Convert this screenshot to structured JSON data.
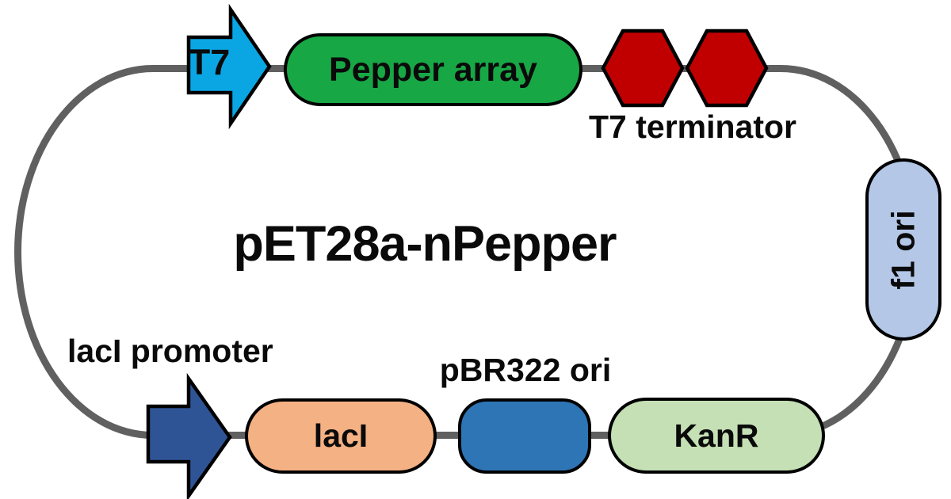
{
  "figure": {
    "title": "pET28a-nPepper",
    "kind": "plasmid map"
  },
  "backbone": {
    "color": "#606060"
  },
  "outline_color": "#000000",
  "text_color": "#0a0a0a",
  "features": {
    "t7_promoter": {
      "label": "T7",
      "fill": "#0aa6e3",
      "shape": "right-arrow"
    },
    "pepper_array": {
      "label": "Pepper array",
      "fill": "#18a745",
      "shape": "stadium"
    },
    "t7_terminator": {
      "label": "T7 terminator",
      "fill": "#c00000",
      "shape": "double-hexagon"
    },
    "f1_ori": {
      "label": "f1 ori",
      "fill": "#b4c7e7",
      "shape": "vertical-stadium"
    },
    "laci_promoter": {
      "label": "lacI promoter",
      "fill": "#2f5496",
      "shape": "right-arrow"
    },
    "laci": {
      "label": "lacI",
      "fill": "#f4b183",
      "shape": "stadium"
    },
    "pbr322_ori": {
      "label": "pBR322 ori",
      "fill": "#2e75b6",
      "shape": "rounded-rect"
    },
    "kanr": {
      "label": "KanR",
      "fill": "#c5e0b4",
      "shape": "stadium"
    }
  }
}
